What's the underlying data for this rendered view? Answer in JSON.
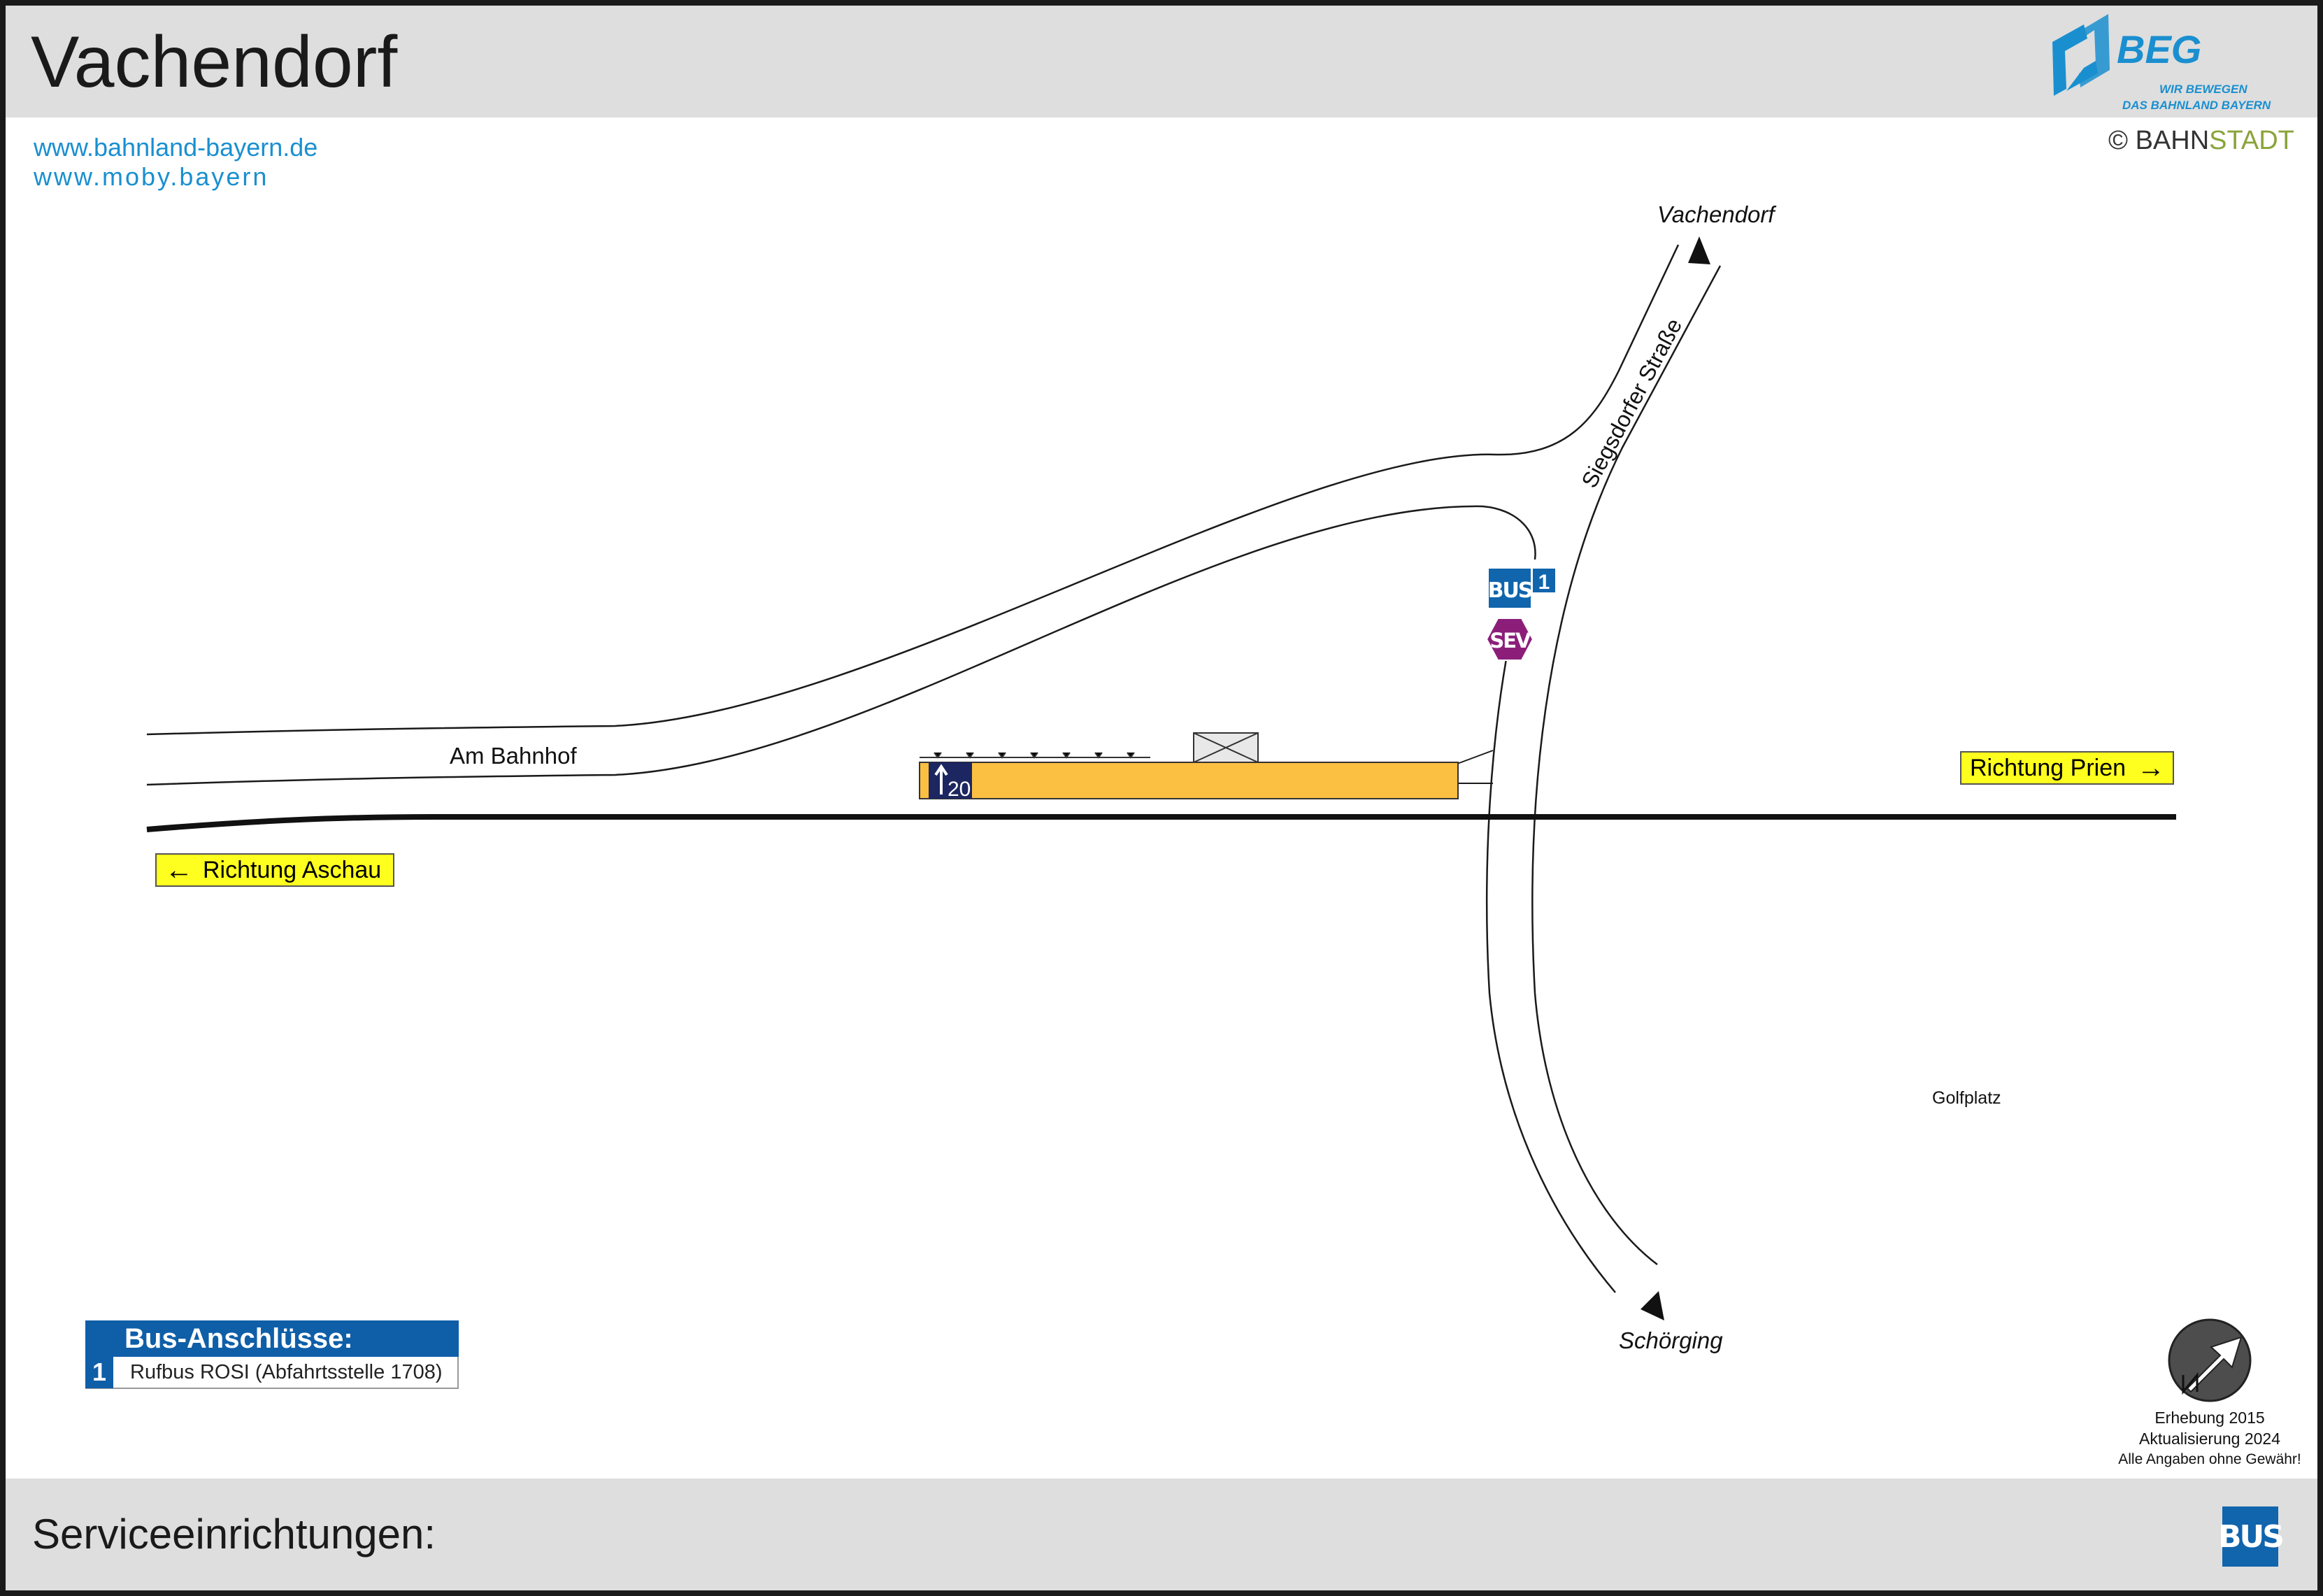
{
  "header": {
    "title": "Vachendorf",
    "links": [
      "www.bahnland-bayern.de",
      "www.moby.bayern"
    ],
    "logo": {
      "name": "BEG",
      "slogan_line1": "WIR BEWEGEN",
      "slogan_line2": "DAS BAHNLAND BAYERN"
    },
    "copyright": {
      "symbol": "©",
      "part1": "BAHN",
      "part2": "STADT"
    }
  },
  "map": {
    "street_labels": {
      "am_bahnhof": "Am Bahnhof",
      "siegsdorfer": "Siegsdorfer Straße"
    },
    "destinations": {
      "north": "Vachendorf",
      "south": "Schörging"
    },
    "places": {
      "golf": "Golfplatz"
    },
    "directions": {
      "west": "Richtung Aschau",
      "east": "Richtung Prien"
    },
    "platform": {
      "track_number": "20"
    },
    "bus_stop": {
      "label": "BUS",
      "line": "1"
    },
    "sev": {
      "label": "SEV"
    },
    "colors": {
      "platform": "#fbbf42",
      "bus": "#1065ad",
      "sev": "#8c1e7a",
      "track_sign": "#1c2660",
      "direction_box": "#ffff1f"
    }
  },
  "legend": {
    "title": "Bus-Anschlüsse:",
    "items": [
      {
        "number": "1",
        "text": "Rufbus ROSI (Abfahrtsstelle 1708)"
      }
    ]
  },
  "survey": {
    "line1": "Erhebung 2015",
    "line2": "Aktualisierung 2024",
    "line3": "Alle Angaben ohne Gewähr!"
  },
  "footer": {
    "title": "Serviceeinrichtungen:",
    "icons": [
      {
        "label": "BUS",
        "icon": "bus-icon"
      }
    ]
  }
}
